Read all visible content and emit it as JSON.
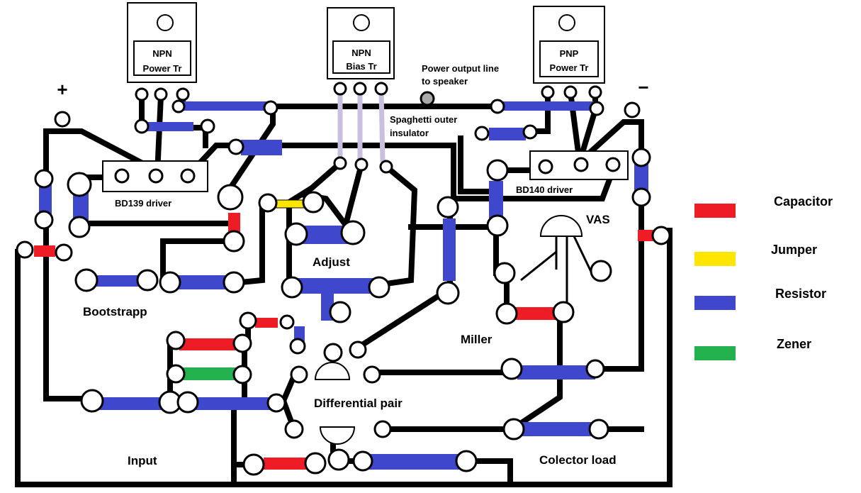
{
  "colors": {
    "capacitor": "#ee1c24",
    "jumper": "#ffe600",
    "resistor": "#3f48cc",
    "zener": "#22b14c",
    "trace": "#000000",
    "spaghetti": "#c9c0e0"
  },
  "transistors": {
    "npn_power": {
      "line1": "NPN",
      "line2": "Power Tr"
    },
    "npn_bias": {
      "line1": "NPN",
      "line2": "Bias Tr"
    },
    "pnp_power": {
      "line1": "PNP",
      "line2": "Power Tr"
    }
  },
  "labels": {
    "plus": "+",
    "minus": "−",
    "power_output_1": "Power output line",
    "power_output_2": "to speaker",
    "spaghetti_1": "Spaghetti outer",
    "spaghetti_2": "insulator",
    "bd139": "BD139 driver",
    "bd140": "BD140 driver",
    "vas": "VAS",
    "adjust": "Adjust",
    "bootstrapp": "Bootstrapp",
    "miller": "Miller",
    "differential_pair": "Differential pair",
    "input": "Input",
    "colector_load": "Colector load"
  },
  "legend": [
    {
      "label": "Capacitor",
      "color": "#ee1c24"
    },
    {
      "label": "Jumper",
      "color": "#ffe600"
    },
    {
      "label": "Resistor",
      "color": "#3f48cc"
    },
    {
      "label": "Zener",
      "color": "#22b14c"
    }
  ]
}
